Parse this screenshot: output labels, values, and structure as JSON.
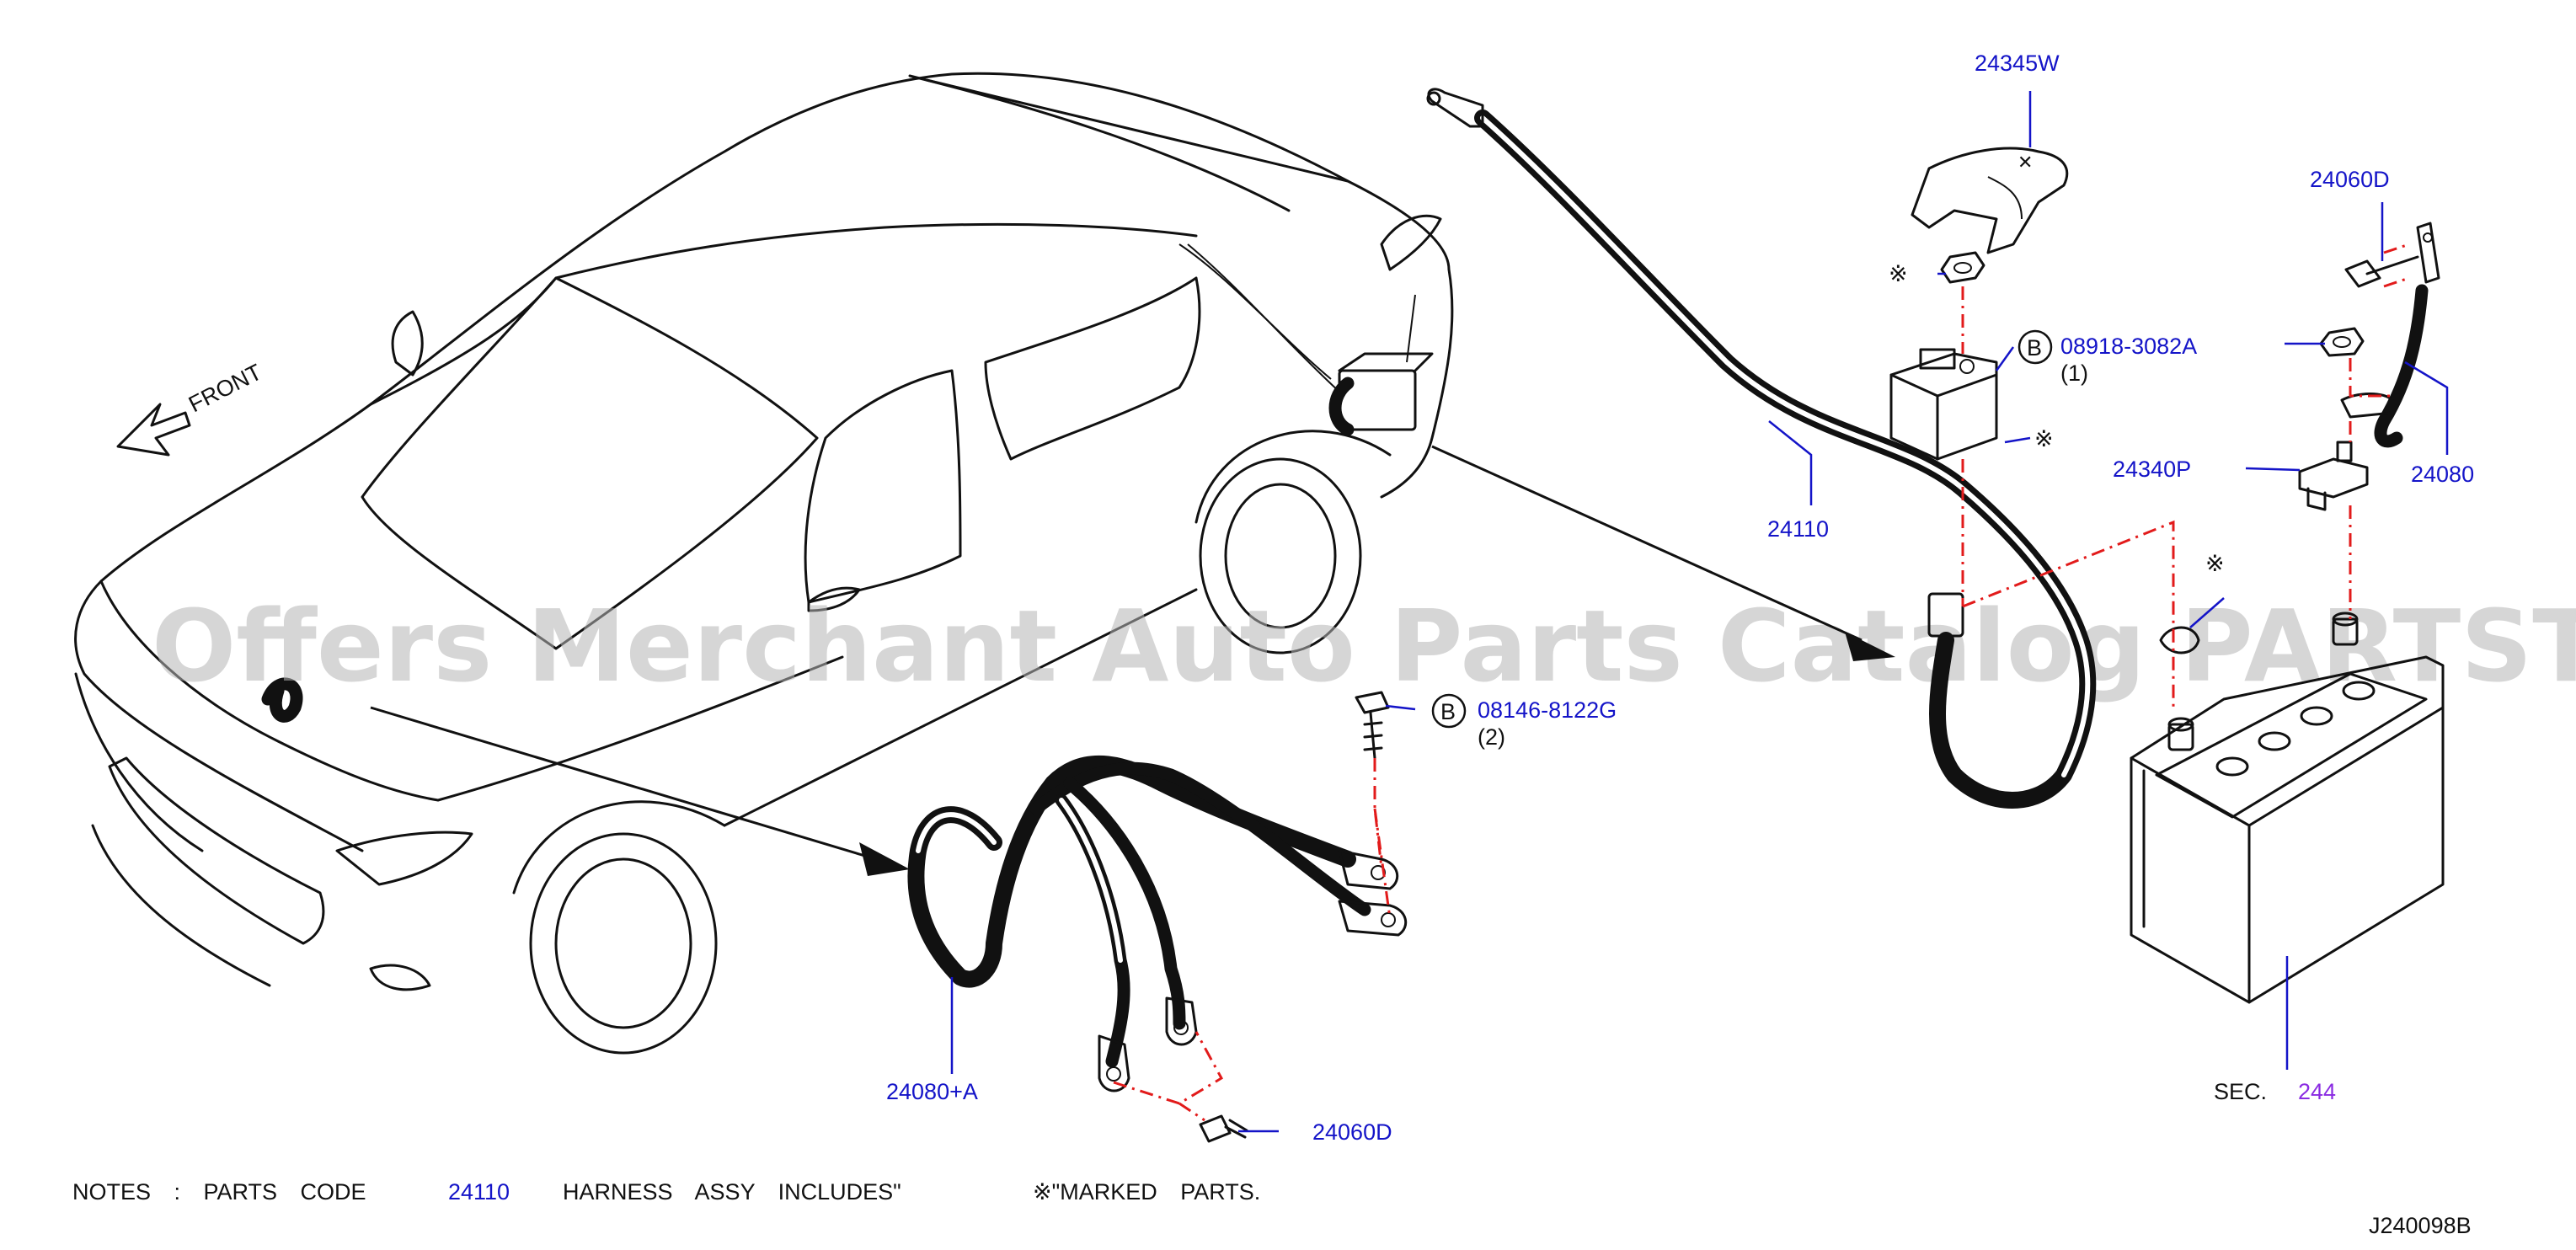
{
  "diagram": {
    "front_label": "FRONT",
    "watermark": "Offers Merchant Auto Parts Catalog PARTSTORE.SA",
    "figure_id": "J240098B",
    "parts": {
      "p24345W": "24345W",
      "p24060D_top": "24060D",
      "p08918": "08918-3082A",
      "p08918_qty": "(1)",
      "p24110": "24110",
      "p24340P": "24340P",
      "p24080": "24080",
      "p08146": "08146-8122G",
      "p08146_qty": "(2)",
      "p24080A": "24080+A",
      "p24060D_bottom": "24060D",
      "sec_prefix": "SEC.",
      "sec_number": "244"
    },
    "bolt_marker": "B",
    "ref_mark": "※",
    "notes": {
      "prefix": "NOTES : PARTS CODE",
      "code": "24110",
      "mid": "HARNESS ASSY INCLUDES\"",
      "suffix": "※\"MARKED PARTS."
    },
    "colors": {
      "label_blue": "#1414c8",
      "section_purple": "#8a2be2",
      "dash_red": "#e21b1b"
    }
  }
}
